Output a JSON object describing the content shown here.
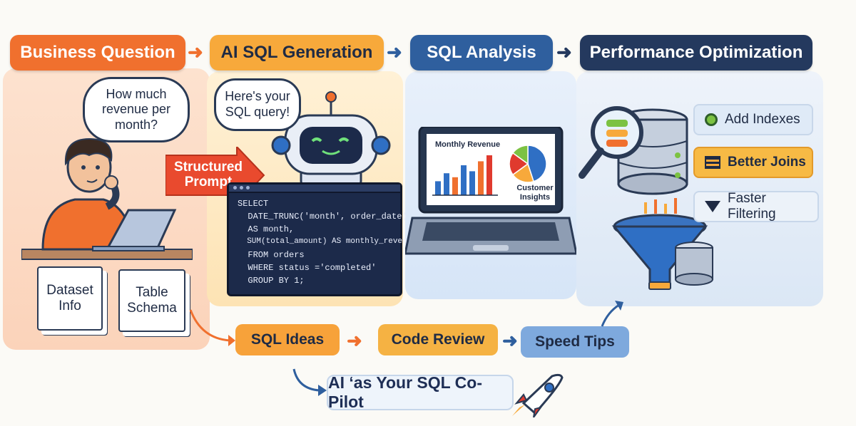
{
  "stages": [
    {
      "id": "business-question",
      "label": "Business Question",
      "color": "#f0702e",
      "text_color": "#ffffff"
    },
    {
      "id": "ai-sql-generation",
      "label": "AI SQL Generation",
      "color": "#f7a93b",
      "text_color": "#1f2b44"
    },
    {
      "id": "sql-analysis",
      "label": "SQL Analysis",
      "color": "#2f5f9e",
      "text_color": "#ffffff"
    },
    {
      "id": "performance-optimization",
      "label": "Performance Optimization",
      "color": "#24395e",
      "text_color": "#ffffff"
    }
  ],
  "person_bubble": "How much\nrevenue per\nmonth?",
  "robot_bubble": "Here's your\nSQL query!",
  "structured_prompt": "Structured\nPrompt",
  "docs": {
    "dataset_info": "Dataset\nInfo",
    "table_schema": "Table\nSchema"
  },
  "sql_code": [
    "SELECT",
    "  DATE_TRUNC('month', order_date)",
    "  AS month,",
    "  SUM(total_amount) AS monthly_revenue",
    "  FROM orders",
    "  WHERE status ='completed'",
    "  GROUP BY 1;"
  ],
  "laptop_chart": {
    "title": "Monthly Revenue",
    "bars": [
      0.35,
      0.55,
      0.45,
      0.75,
      0.6,
      0.85,
      1.0
    ],
    "bar_colors": [
      "#2f6fc4",
      "#2f6fc4",
      "#f0702e",
      "#2f6fc4",
      "#2f6fc4",
      "#f0702e",
      "#e03a2e"
    ],
    "pie_label": "Customer\nInsights",
    "pie_colors": [
      "#2f6fc4",
      "#f7a93b",
      "#e03a2e",
      "#7cc242"
    ]
  },
  "optimizations": [
    {
      "label": "Add Indexes",
      "icon": "green-dot-icon",
      "bg": "#dfeaf7"
    },
    {
      "label": "Better Joins",
      "icon": "join-bars-icon",
      "bg": "#f7ba45"
    },
    {
      "label": "Faster Filtering",
      "icon": "funnel-icon",
      "bg": "#ecf2f9"
    }
  ],
  "bottom_flow": [
    {
      "label": "SQL Ideas",
      "bg": "#f7a23a"
    },
    {
      "label": "Code Review",
      "bg": "#f5b243"
    },
    {
      "label": "Speed Tips",
      "bg": "#7ea9dd"
    }
  ],
  "tagline": "AI ‘as Your SQL Co-Pilot",
  "colors": {
    "navy": "#1f2b44",
    "orange": "#f0702e",
    "blue": "#2f6fc4"
  }
}
